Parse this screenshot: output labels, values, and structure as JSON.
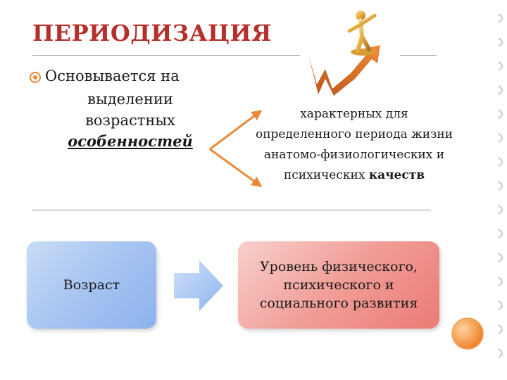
{
  "title": "ПЕРИОДИЗАЦИЯ",
  "bullet": {
    "first_line": "Основывается на",
    "line2": "выделении",
    "line3": "возрастных",
    "emphasis": "особенностей"
  },
  "details": {
    "line1": "характерных для",
    "line2": "определенного периода жизни",
    "line3": "анатомо-физиологических и",
    "line4_prefix": "психических ",
    "line4_bold": "качеств"
  },
  "boxes": {
    "age": "Возраст",
    "level_line1": "Уровень  физического,",
    "level_line2": "психического и",
    "level_line3": "социального развития"
  },
  "colors": {
    "title": "#b5302b",
    "accent_orange": "#e98a3a",
    "arrow_blue": "#a8c8f3",
    "gold": "#e0a93a"
  },
  "icons": {
    "bullet": "target-bullet-icon",
    "figure": "gold-figure-on-rising-arrow-icon",
    "spiral": "spiral-binding"
  }
}
